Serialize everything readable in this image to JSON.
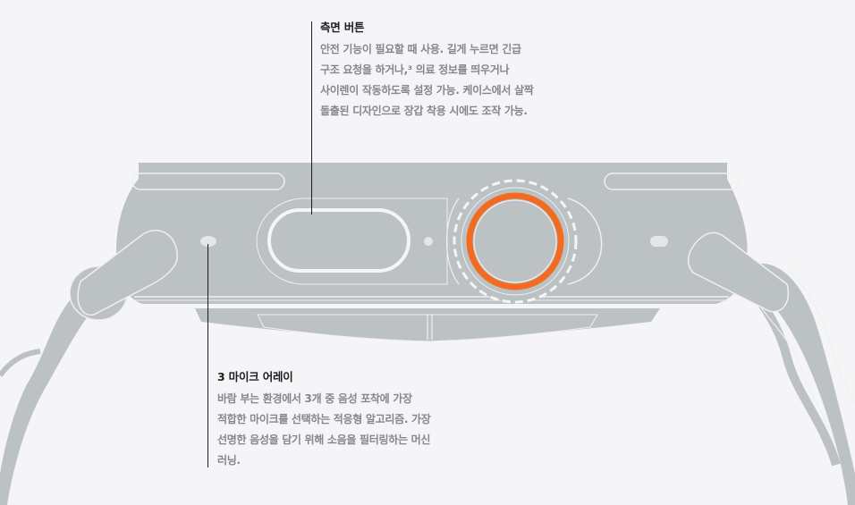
{
  "colors": {
    "background": "#f5f5f7",
    "case": "#bcc2c3",
    "outline": "#eef0f0",
    "accent_orange": "#f26b21",
    "heading": "#1d1d1f",
    "body_text": "#86868b"
  },
  "callouts": {
    "side_button": {
      "title": "측면 버튼",
      "body": "안전 기능이 필요할 때 사용. 길게 누르면 긴급\n구조 요청을 하거나,³ 의료 정보를 띄우거나\n사이렌이 작동하도록 설정 가능. 케이스에서 살짝\n돌출된 디자인으로 장갑 착용 시에도 조작 가능."
    },
    "microphone": {
      "title": "3 마이크 어레이",
      "body": "바람 부는 환경에서 3개 중 음성 포착에 가장\n적합한 마이크를 선택하는 적응형 알고리즘. 가장\n선명한 음성을 담기 위해 소음을 필터링하는 머신\n러닝."
    }
  },
  "illustration": {
    "subject": "watch-side-view",
    "parts": [
      "side-button",
      "digital-crown",
      "microphone-grille",
      "speaker-port",
      "band-lugs",
      "alpine-loop-band"
    ]
  }
}
